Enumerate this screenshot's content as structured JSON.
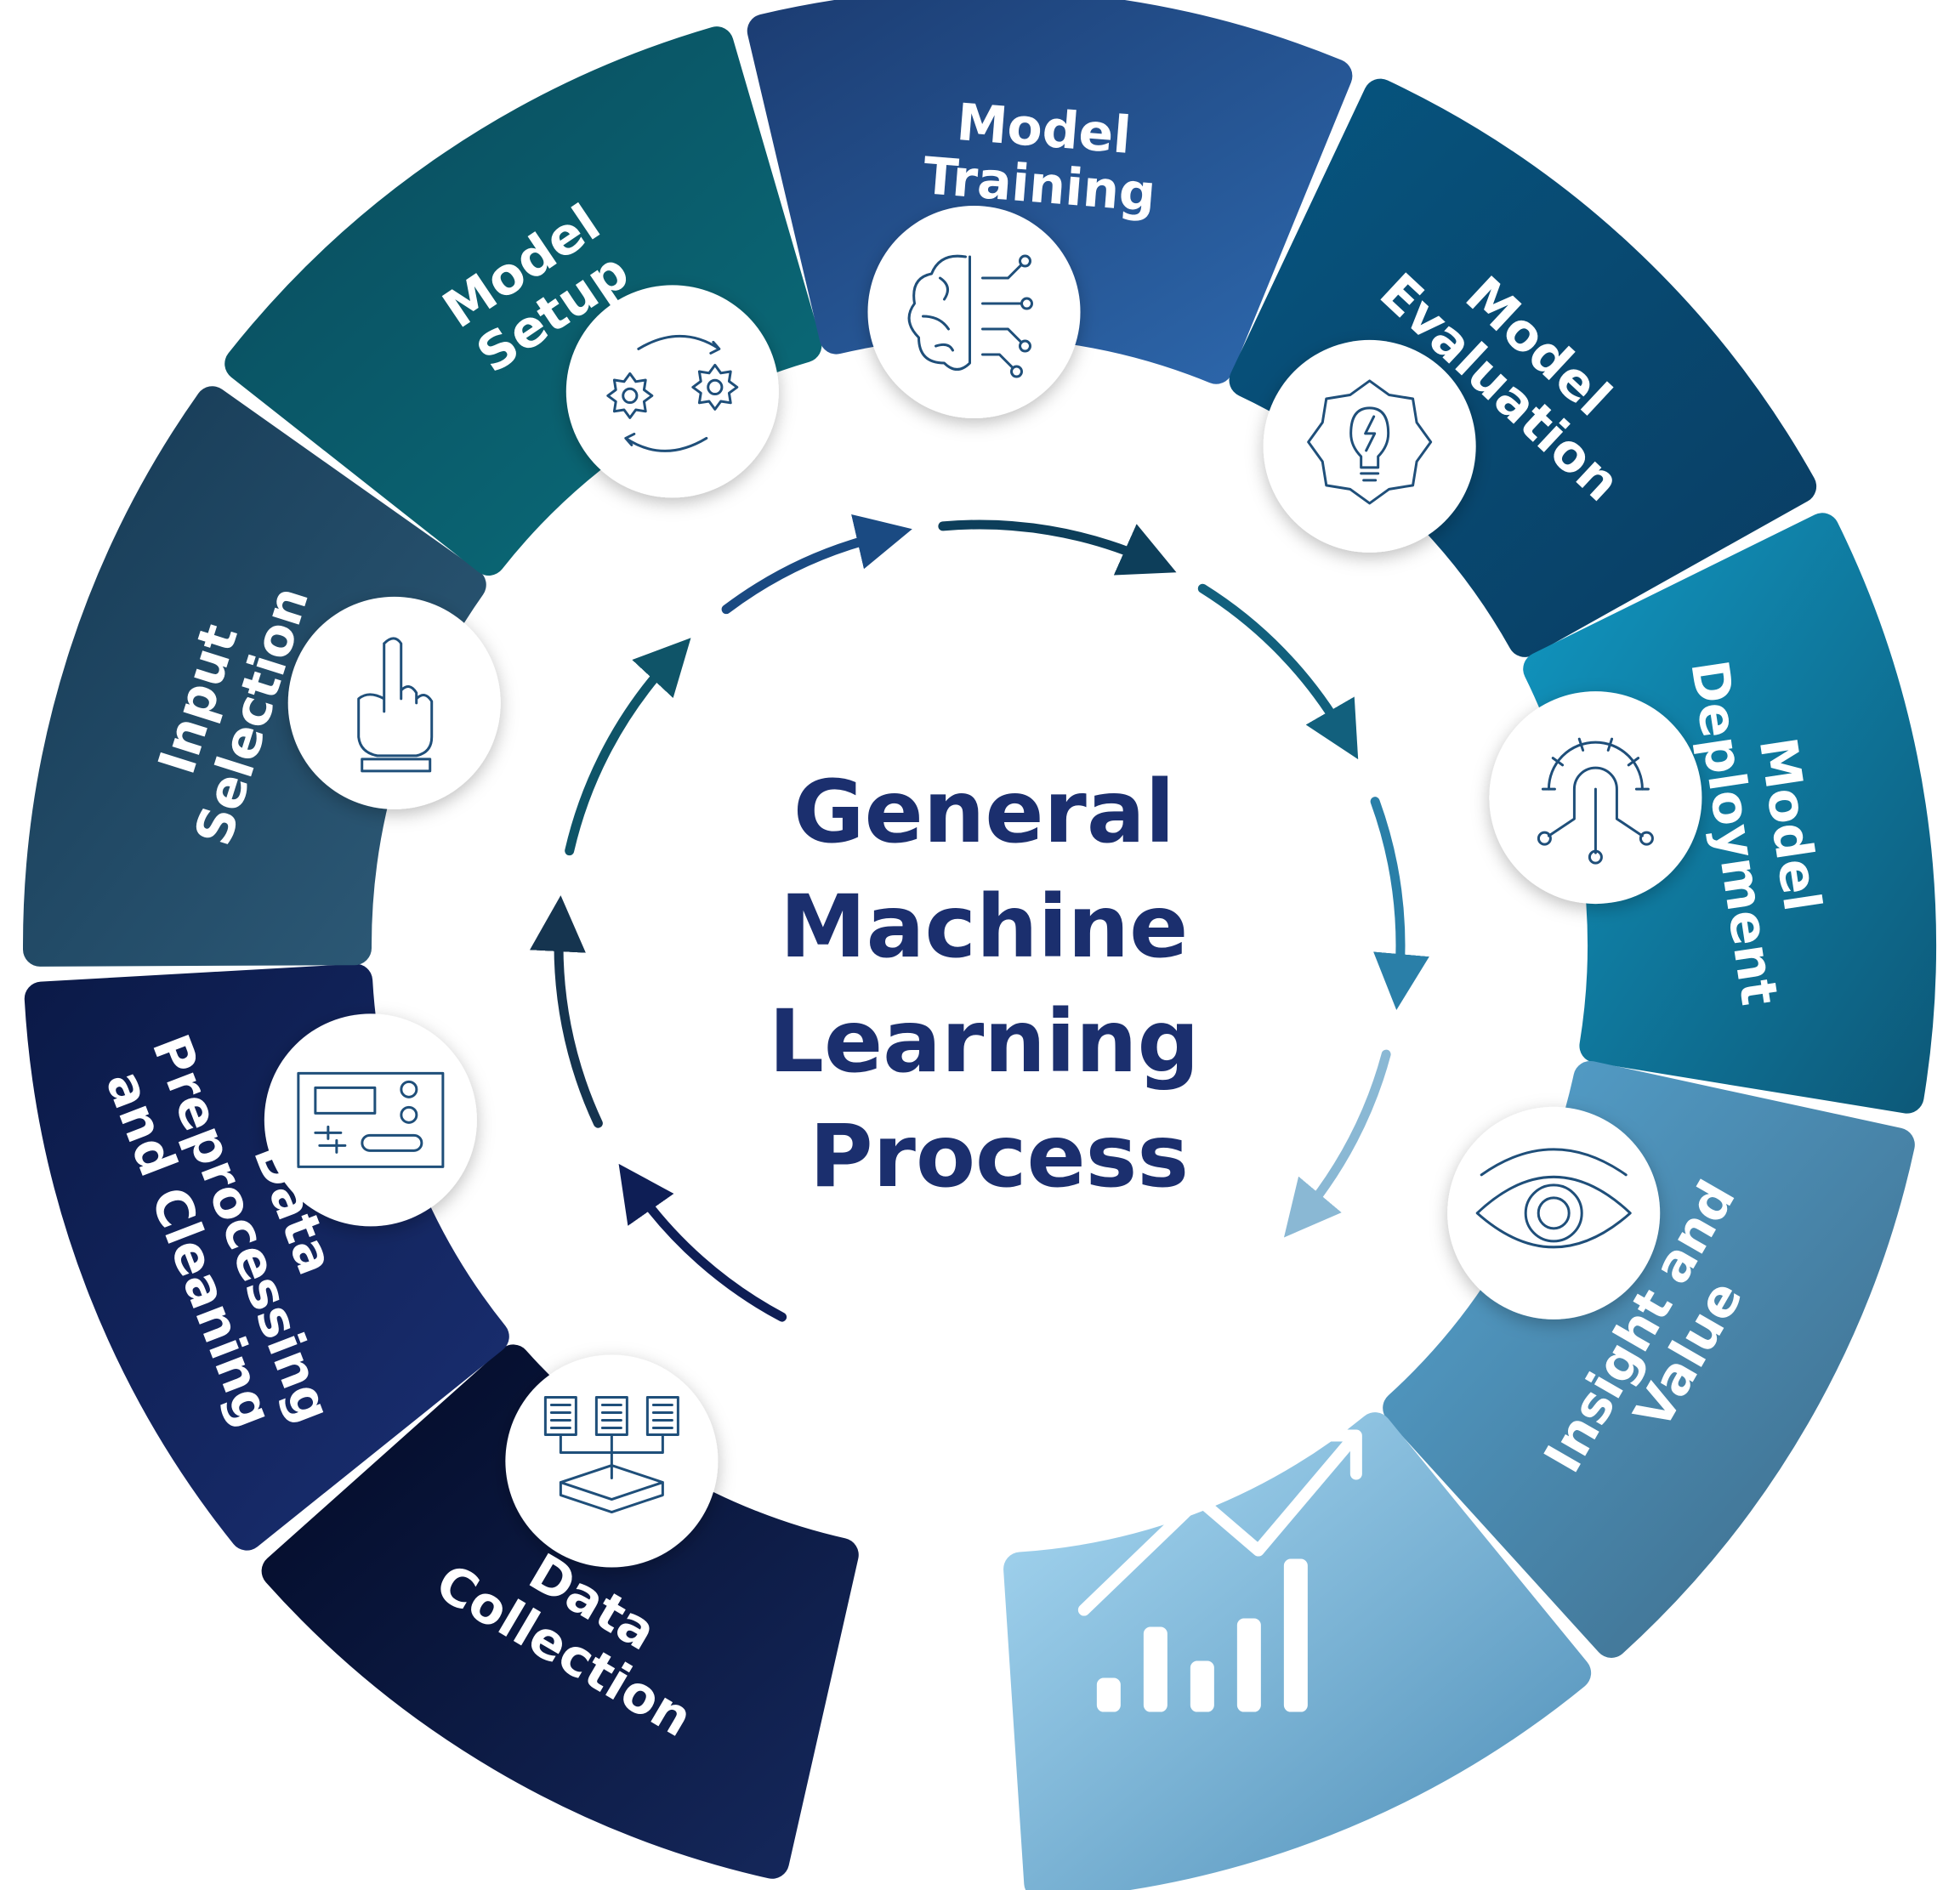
{
  "title": {
    "lines": [
      "General",
      "Machine",
      "Learning",
      "Process"
    ]
  },
  "segments": [
    {
      "lines": [
        "Data",
        "Collection"
      ],
      "icon": "database-collection-icon",
      "color_from": "#020a26",
      "color_to": "#15285c"
    },
    {
      "lines": [
        "Data",
        "Preprocessing",
        "and Cleaning"
      ],
      "icon": "control-panel-icon",
      "color_from": "#0b1a48",
      "color_to": "#1a2f72"
    },
    {
      "lines": [
        "Input",
        "Selection"
      ],
      "icon": "pointing-hand-icon",
      "color_from": "#163a55",
      "color_to": "#2e5b78"
    },
    {
      "lines": [
        "Model",
        "Setup"
      ],
      "icon": "gears-cycle-icon",
      "color_from": "#0a4a5c",
      "color_to": "#0a6d7a"
    },
    {
      "lines": [
        "Model",
        "Training"
      ],
      "icon": "brain-circuit-icon",
      "color_from": "#1c3d73",
      "color_to": "#2d68ad"
    },
    {
      "lines": [
        "Model",
        "Evaluation"
      ],
      "icon": "gear-lightbulb-icon",
      "color_from": "#06557f",
      "color_to": "#0a3d63"
    },
    {
      "lines": [
        "Model",
        "Deployment"
      ],
      "icon": "gear-circuit-icon",
      "color_from": "#1196c0",
      "color_to": "#0d5a7a"
    },
    {
      "lines": [
        "Insight and",
        "Value"
      ],
      "icon": "eye-icon",
      "color_from": "#55a3cf",
      "color_to": "#3d6a88"
    },
    {
      "lines": [],
      "icon": "growth-chart-icon",
      "color_from": "#a8d8f2",
      "color_to": "#4f8fb8"
    }
  ]
}
